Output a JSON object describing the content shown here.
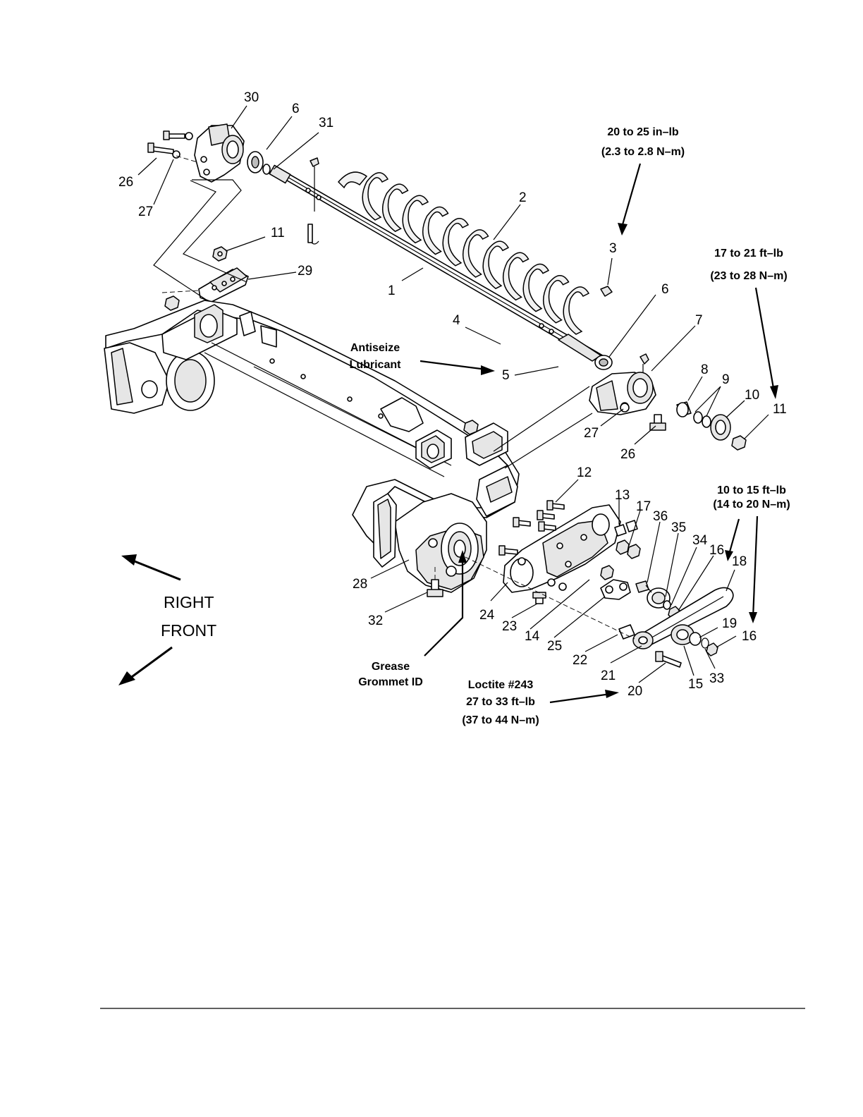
{
  "callouts": [
    {
      "id": "c30",
      "text": "30"
    },
    {
      "id": "c6a",
      "text": "6"
    },
    {
      "id": "c31",
      "text": "31"
    },
    {
      "id": "c26a",
      "text": "26"
    },
    {
      "id": "c27a",
      "text": "27"
    },
    {
      "id": "c2",
      "text": "2"
    },
    {
      "id": "c3",
      "text": "3"
    },
    {
      "id": "c11a",
      "text": "11"
    },
    {
      "id": "c29",
      "text": "29"
    },
    {
      "id": "c1",
      "text": "1"
    },
    {
      "id": "c6b",
      "text": "6"
    },
    {
      "id": "c4",
      "text": "4"
    },
    {
      "id": "c7",
      "text": "7"
    },
    {
      "id": "c5",
      "text": "5"
    },
    {
      "id": "c8",
      "text": "8"
    },
    {
      "id": "c9",
      "text": "9"
    },
    {
      "id": "c10",
      "text": "10"
    },
    {
      "id": "c11b",
      "text": "11"
    },
    {
      "id": "c27b",
      "text": "27"
    },
    {
      "id": "c26b",
      "text": "26"
    },
    {
      "id": "c12",
      "text": "12"
    },
    {
      "id": "c13",
      "text": "13"
    },
    {
      "id": "c17",
      "text": "17"
    },
    {
      "id": "c36",
      "text": "36"
    },
    {
      "id": "c35",
      "text": "35"
    },
    {
      "id": "c34",
      "text": "34"
    },
    {
      "id": "c16a",
      "text": "16"
    },
    {
      "id": "c18",
      "text": "18"
    },
    {
      "id": "c28",
      "text": "28"
    },
    {
      "id": "c24",
      "text": "24"
    },
    {
      "id": "c23",
      "text": "23"
    },
    {
      "id": "c14",
      "text": "14"
    },
    {
      "id": "c25",
      "text": "25"
    },
    {
      "id": "c22",
      "text": "22"
    },
    {
      "id": "c32",
      "text": "32"
    },
    {
      "id": "c19",
      "text": "19"
    },
    {
      "id": "c16b",
      "text": "16"
    },
    {
      "id": "c21",
      "text": "21"
    },
    {
      "id": "c20",
      "text": "20"
    },
    {
      "id": "c15",
      "text": "15"
    },
    {
      "id": "c33",
      "text": "33"
    }
  ],
  "notes": {
    "torque_set_screw": {
      "line1": "20 to 25 in–lb",
      "line2": "(2.3 to 2.8 N–m)"
    },
    "torque_bearing_nut": {
      "line1": "17 to 21 ft–lb",
      "line2": "(23 to 28 N–m)"
    },
    "torque_idler": {
      "line1": "10 to 15 ft–lb",
      "line2": "(14 to 20 N–m)"
    },
    "antiseize": {
      "line1": "Antiseize",
      "line2": "Lubricant"
    },
    "grease": {
      "line1": "Grease",
      "line2": "Grommet ID"
    },
    "loctite": {
      "line1": "Loctite #243",
      "line2": "27 to 33 ft–lb",
      "line3": "(37 to 44 N–m)"
    }
  },
  "directions": {
    "right": "RIGHT",
    "front": "FRONT"
  }
}
